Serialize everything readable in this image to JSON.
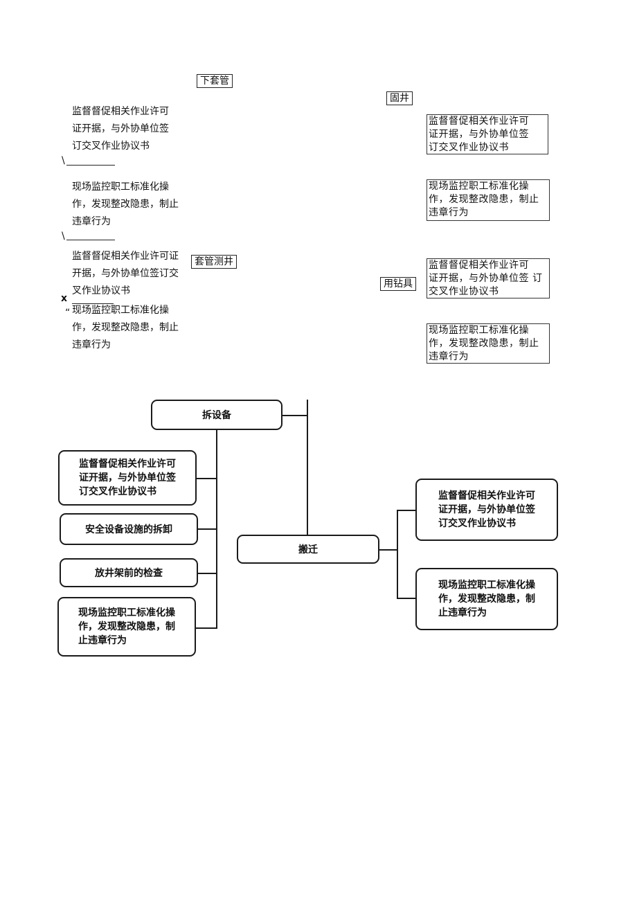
{
  "upper": {
    "label_xiataoguan": "下套管",
    "label_gujing": "固井",
    "label_taoguancejing": "套管测井",
    "label_yongzuanju": "用钻具",
    "left_text_1": "监督督促相关作业许可\n证开据，与外协单位签\n订交叉作业协议书",
    "left_text_2": "现场监控职工标准化操\n作，发现整改隐患，制止\n违章行为",
    "left_text_3": "监督督促相关作业许可证\n开据，与外协单位签订交\n叉作业协议书",
    "left_text_4": "现场监控职工标准化操\n作，发现整改隐患，制止\n违章行为",
    "mark_backslash": "\\",
    "mark_x": "x",
    "mark_quote": "“",
    "right_box_1": "监督督促相关作业许可\n证开据，与外协单位签\n订交叉作业协议书",
    "right_box_2": "现场监控职工标准化操\n作，发现整改隐患，制止\n违章行为",
    "right_box_3": "监督督促相关作业许可\n证开据，与外协单位签 订\n交叉作业协议书",
    "right_box_4": "现场监控职工标准化操\n作，发现整改隐患，制止\n违章行为"
  },
  "lower": {
    "chaishebei": "拆设备",
    "banqian": "搬迁",
    "left_item_1": "监督督促相关作业许可\n证开据，与外协单位签\n订交叉作业协议书",
    "left_item_2": "安全设备设施的拆卸",
    "left_item_3": "放井架前的检查",
    "left_item_4": "现场监控职工标准化操\n作，发现整改隐患，制\n止违章行为",
    "right_item_1": "监督督促相关作业许可\n证开据，与外协单位签\n订交叉作业协议书",
    "right_item_2": "现场监控职工标准化操\n作，发现整改隐患，制\n止违章行为"
  }
}
